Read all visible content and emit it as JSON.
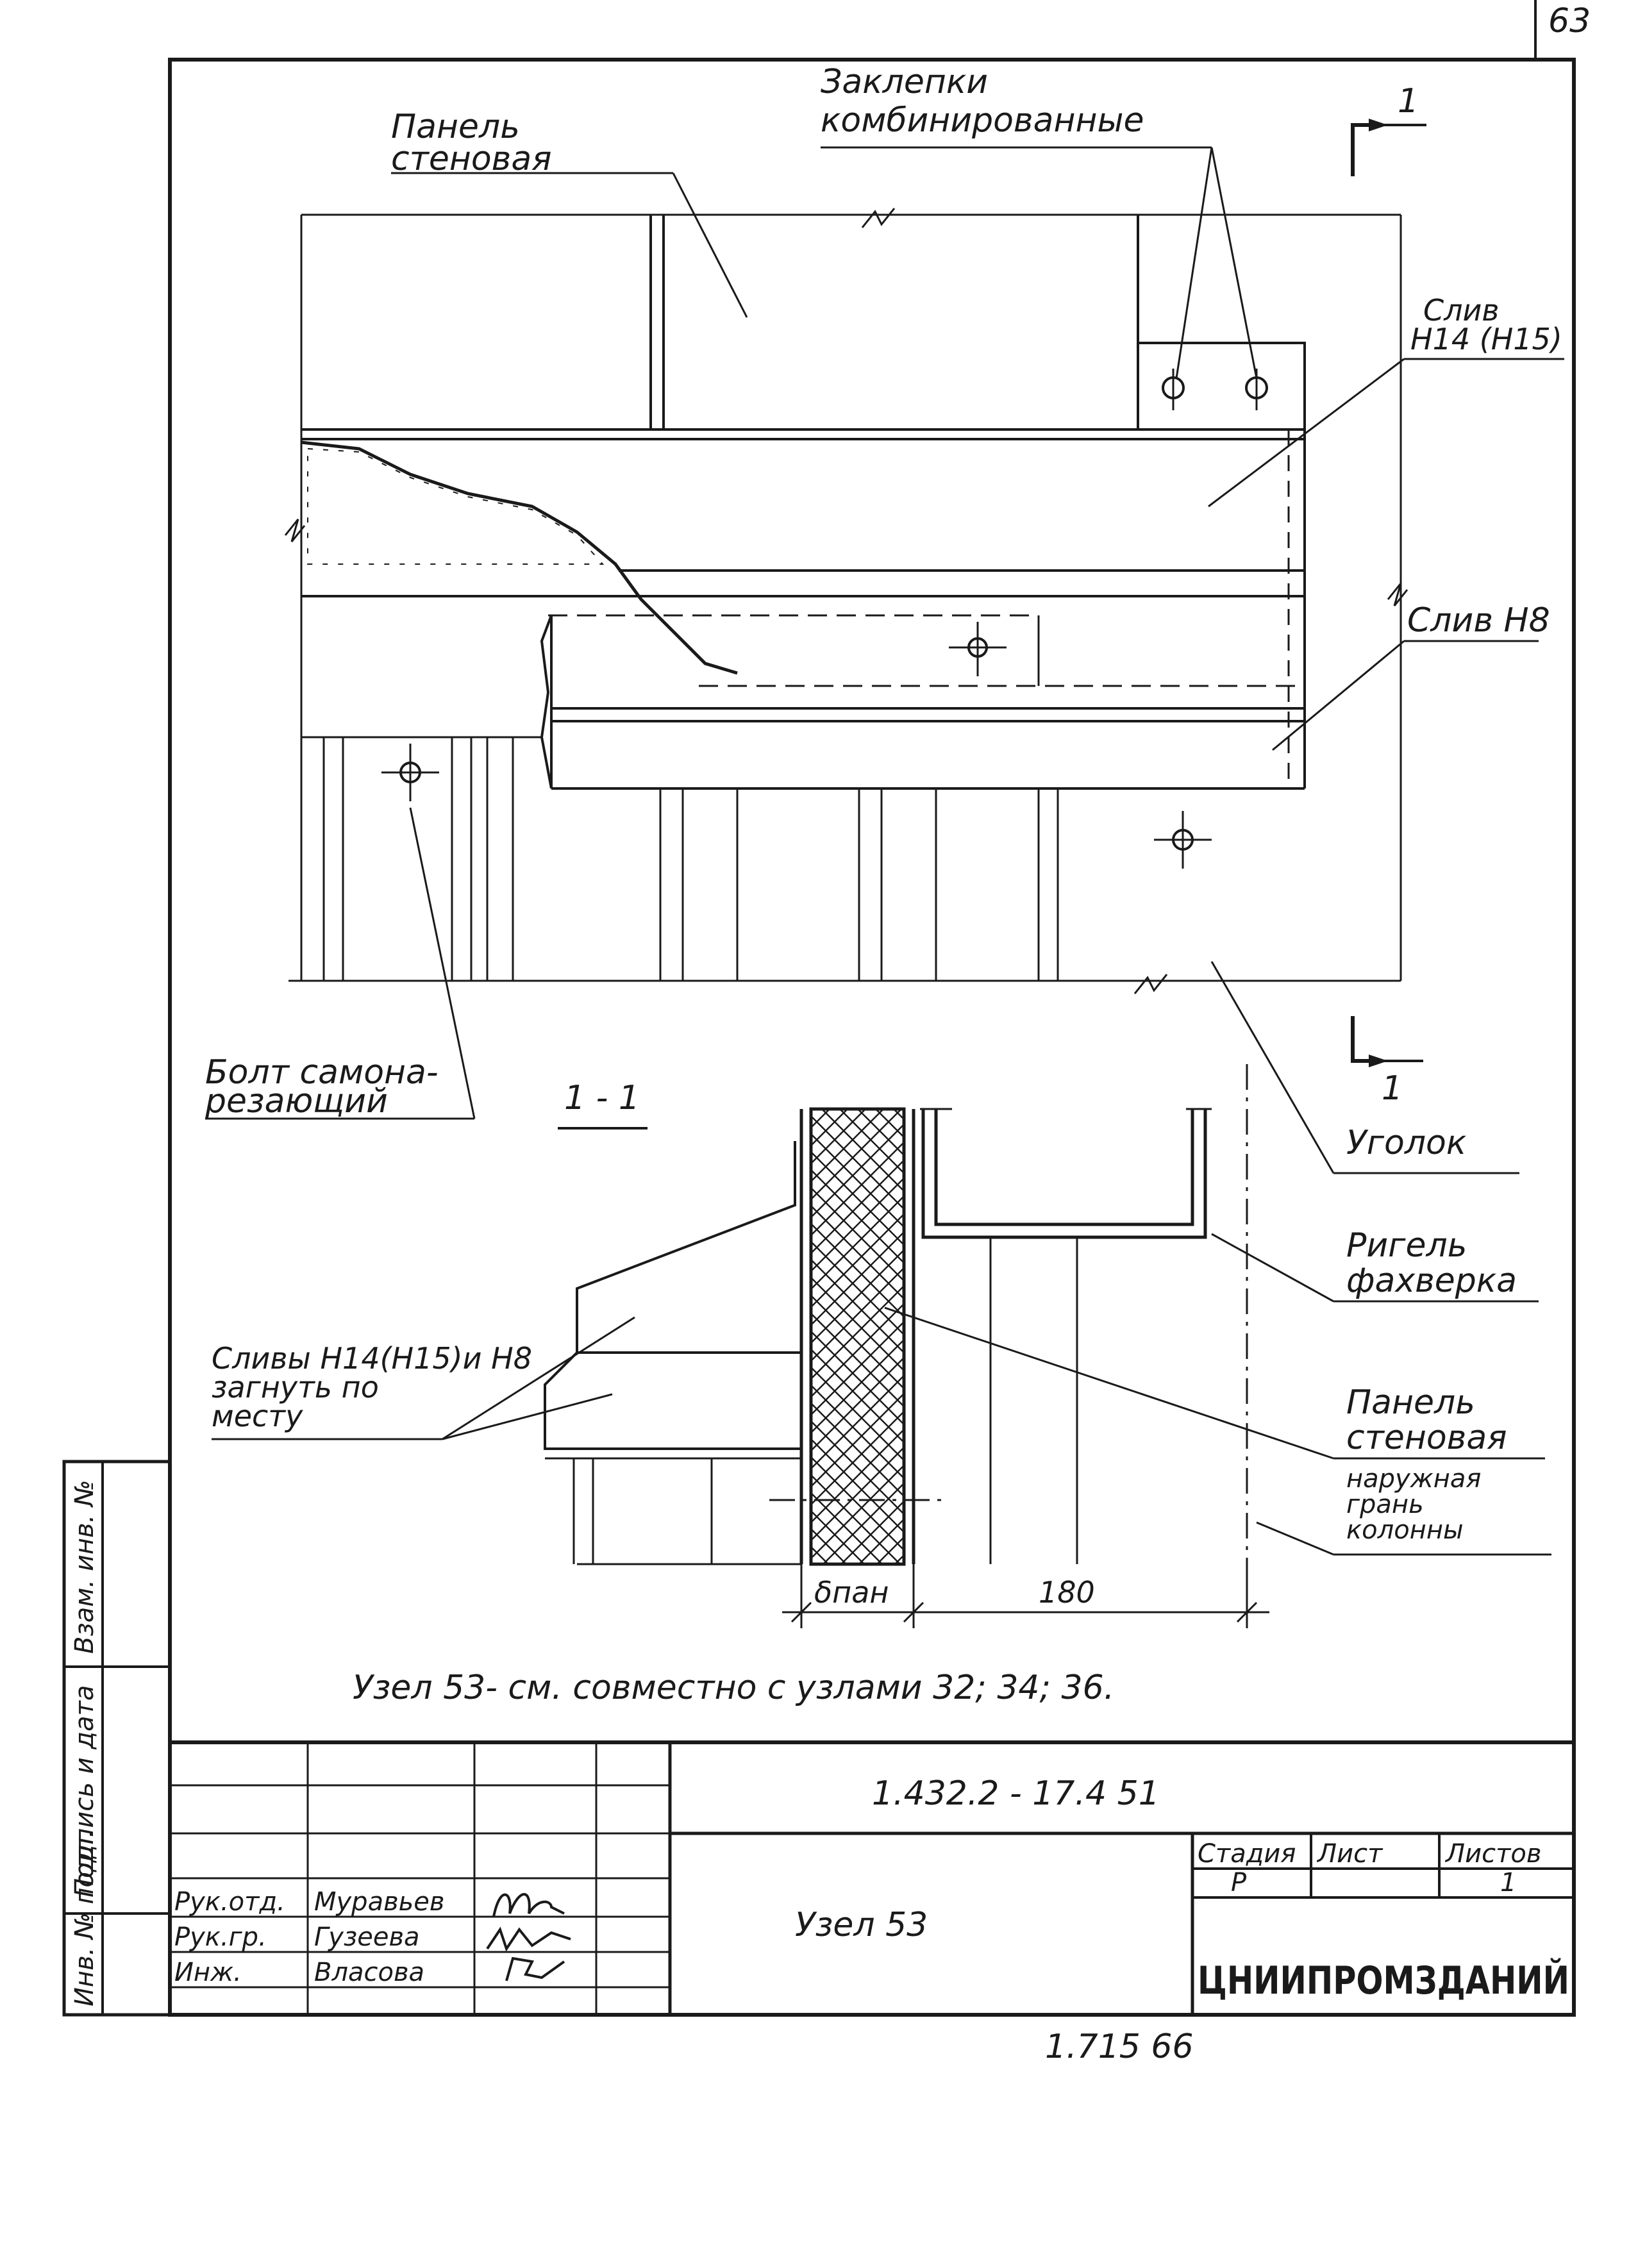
{
  "page_number": "63",
  "labels": {
    "panel_top": [
      "Панель",
      "стеновая"
    ],
    "rivets": [
      "Заклепки",
      "комбинированные"
    ],
    "section_mark": "1",
    "sliv_h14": [
      "Слив",
      "Н14 (Н15)"
    ],
    "sliv_h8": "Слив Н8",
    "bolt": [
      "Болт самона-",
      "резающий"
    ],
    "section_title": "1 - 1",
    "ugolok": "Уголок",
    "rigel": [
      "Ригель",
      "фахверка"
    ],
    "slivy": [
      "Сливы Н14(Н15)и Н8",
      "загнуть по",
      "месту"
    ],
    "panel_bottom": [
      "Панель",
      "стеновая"
    ],
    "column_face": [
      "наружная",
      "грань",
      "колонны"
    ],
    "dim_panel": "δпан",
    "dim_180": "180",
    "note": "Узел  53- см.  совместно  с  узлами  32; 34; 36."
  },
  "stamp": {
    "doc_code": "1.432.2 - 17.4 51",
    "title": "Узел  53",
    "org": "ЦНИИПРОМЗДАНИЙ",
    "headers": [
      "Стадия",
      "Лист",
      "Листов"
    ],
    "values": [
      "Р",
      "",
      "1"
    ],
    "people": [
      {
        "role": "Рук.отд.",
        "name": "Муравьев"
      },
      {
        "role": "Рук.гр.",
        "name": "Гузеева"
      },
      {
        "role": "Инж.",
        "name": "Власова"
      }
    ],
    "bottom_number": "1.715 66"
  },
  "side_margin": [
    "Инв. № подл.",
    "Подпись и дата",
    "Взам. инв. №"
  ]
}
